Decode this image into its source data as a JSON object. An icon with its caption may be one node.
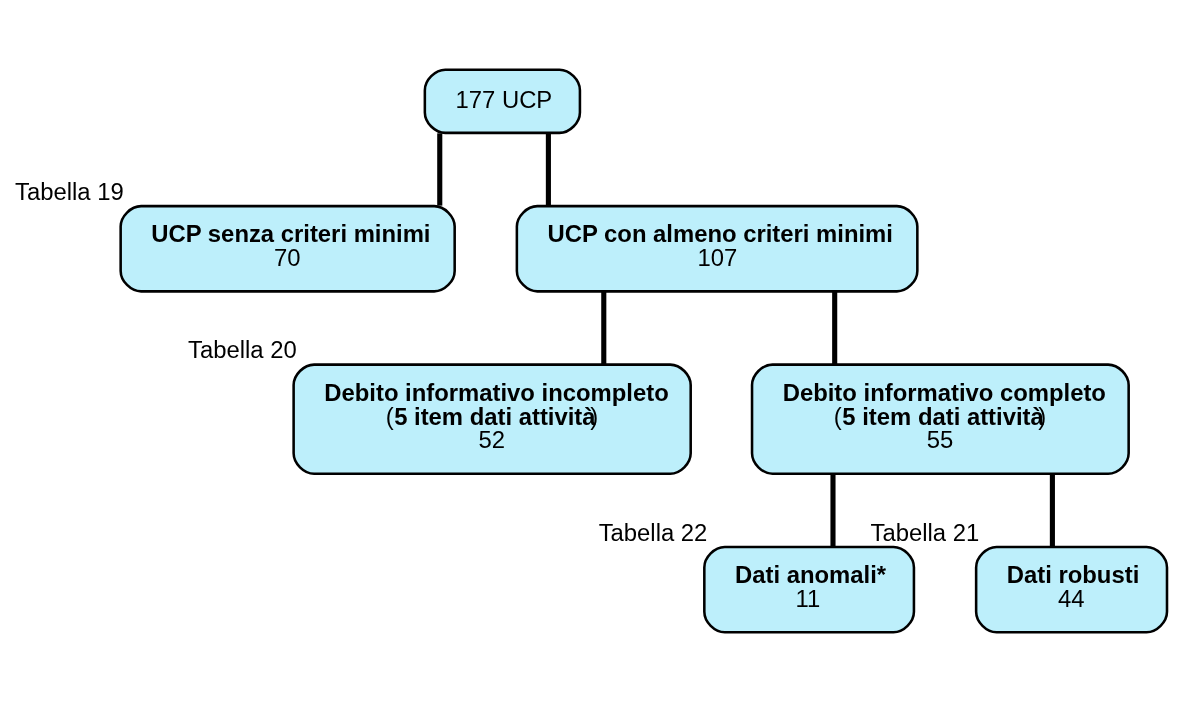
{
  "diagram": {
    "nodes": [
      {
        "text": [
          "177 UCP"
        ]
      },
      {
        "text": [
          "UCP senza criteri minimi",
          "70"
        ],
        "beside": [
          "Tabella 19"
        ]
      },
      {
        "text": [
          "UCP con almeno criteri minimi",
          "107"
        ]
      },
      {
        "text": [
          "Debito informativo incompleto",
          "(**5 item dati attività**)",
          "52"
        ],
        "beside": [
          "Tabella 20"
        ]
      },
      {
        "text": [
          "Debito informativo completo",
          "(**5 item dati attività**)",
          "55"
        ]
      },
      {
        "text": [
          "Dati anomali*",
          "11"
        ],
        "beside": [
          "Tabella 22"
        ]
      },
      {
        "text": [
          "Dati robusti",
          "44"
        ],
        "beside": [
          "Tabella 21"
        ]
      }
    ],
    "edges": [
      {
        "from": 0,
        "to": 1,
        "arrow": "none"
      },
      {
        "from": 0,
        "to": 2,
        "arrow": "none"
      },
      {
        "from": 2,
        "to": 3,
        "arrow": "none"
      },
      {
        "from": 2,
        "to": 4,
        "arrow": "none"
      },
      {
        "from": 4,
        "to": 5,
        "arrow": "none"
      },
      {
        "from": 4,
        "to": 6,
        "arrow": "none"
      }
    ]
  }
}
